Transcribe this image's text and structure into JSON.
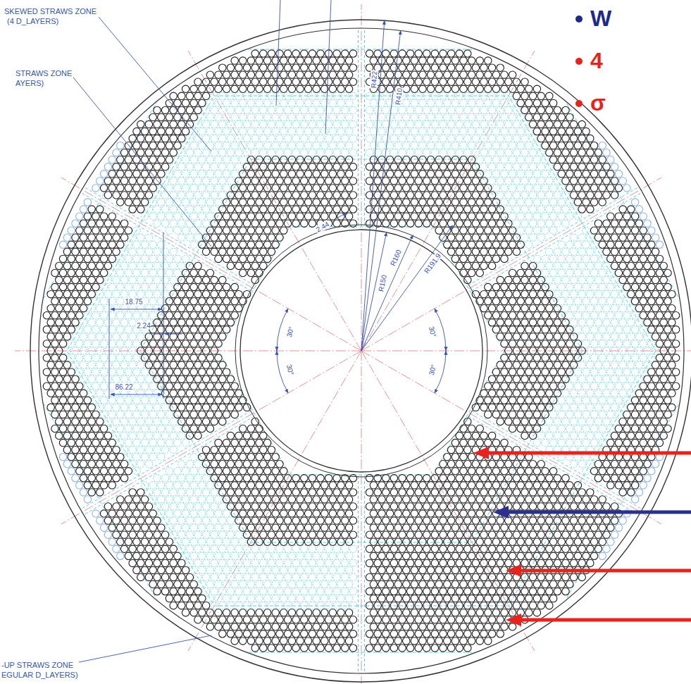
{
  "diagram": {
    "labels": [
      "SKEWED STRAWS ZONE",
      "(4 D_LAYERS)",
      "STRAWS ZONE",
      "AYERS)",
      "-UP STRAWS ZONE",
      "EGULAR D_LAYERS)",
      "W",
      "4",
      "σ",
      "R422",
      "R410",
      "R150",
      "R160",
      "R191.9",
      "2.44",
      "18.75",
      "2.24",
      "86.22",
      "30°",
      "30°",
      "30°",
      "30°"
    ]
  }
}
